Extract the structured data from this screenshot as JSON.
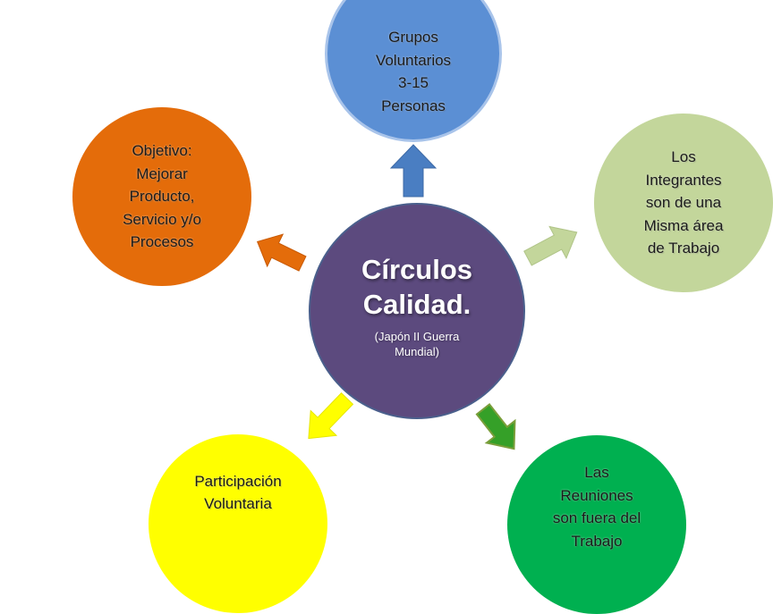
{
  "center": {
    "title": "Círculos\nCalidad.",
    "subtitle": "(Japón II Guerra\nMundial)",
    "color": "#5c4a7e"
  },
  "nodes": {
    "top": {
      "text": "Grupos\nVoluntarios\n3-15\nPersonas",
      "color": "#5b8fd4",
      "arrow_color": "#4a7ec2"
    },
    "right": {
      "text": "Los\nIntegrantes\nson de una\nMisma área\nde Trabajo",
      "color": "#c3d69b",
      "arrow_color": "#c3d69b"
    },
    "bottom_right": {
      "text": "Las\nReuniones\nson fuera del\nTrabajo",
      "color": "#00b050",
      "arrow_color": "#35a028"
    },
    "bottom_left": {
      "text": "Participación\nVoluntaria",
      "color": "#ffff00",
      "arrow_color": "#ffff00"
    },
    "left": {
      "text": "Objetivo:\nMejorar\nProducto,\nServicio y/o\nProcesos",
      "color": "#e46c0a",
      "arrow_color": "#e46c0a"
    }
  }
}
